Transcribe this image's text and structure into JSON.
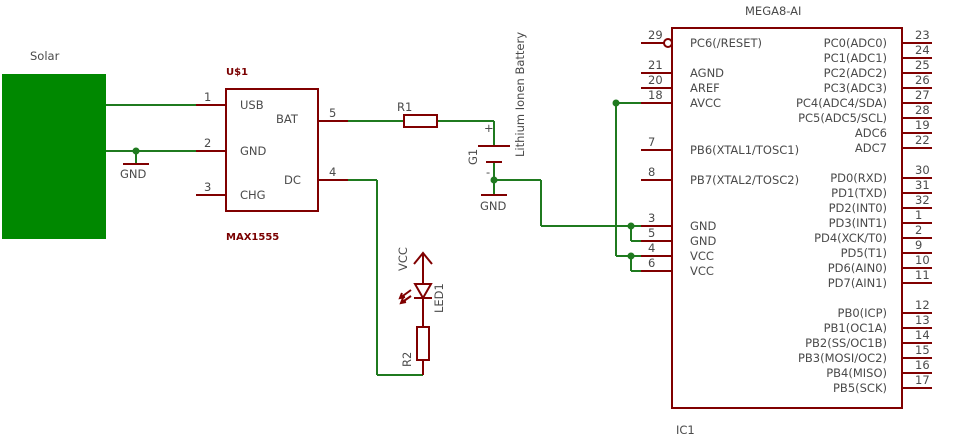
{
  "solar": {
    "label": "Solar",
    "color": "#008800"
  },
  "charger": {
    "ref": "U$1",
    "part": "MAX1555",
    "pins": [
      {
        "num": "1",
        "name": "USB"
      },
      {
        "num": "2",
        "name": "GND"
      },
      {
        "num": "3",
        "name": "CHG"
      },
      {
        "num": "5",
        "name": "BAT"
      },
      {
        "num": "4",
        "name": "DC"
      }
    ]
  },
  "resistors": {
    "r1": "R1",
    "r2": "R2"
  },
  "led": {
    "ref": "LED1",
    "supply": "VCC"
  },
  "battery": {
    "ref": "G1",
    "label": "Lithium Ionen Battery",
    "plus": "+",
    "minus": "-"
  },
  "grounds": [
    "GND",
    "GND"
  ],
  "mcu": {
    "part": "MEGA8-AI",
    "ref": "IC1",
    "left_pins": [
      {
        "num": "29",
        "name": "PC6(/RESET)"
      },
      {
        "num": "21",
        "name": "AGND"
      },
      {
        "num": "20",
        "name": "AREF"
      },
      {
        "num": "18",
        "name": "AVCC"
      },
      {
        "num": "7",
        "name": "PB6(XTAL1/TOSC1)"
      },
      {
        "num": "8",
        "name": "PB7(XTAL2/TOSC2)"
      },
      {
        "num": "3",
        "name": "GND"
      },
      {
        "num": "5",
        "name": "GND"
      },
      {
        "num": "4",
        "name": "VCC"
      },
      {
        "num": "6",
        "name": "VCC"
      }
    ],
    "right_pins": [
      {
        "num": "23",
        "name": "PC0(ADC0)"
      },
      {
        "num": "24",
        "name": "PC1(ADC1)"
      },
      {
        "num": "25",
        "name": "PC2(ADC2)"
      },
      {
        "num": "26",
        "name": "PC3(ADC3)"
      },
      {
        "num": "27",
        "name": "PC4(ADC4/SDA)"
      },
      {
        "num": "28",
        "name": "PC5(ADC5/SCL)"
      },
      {
        "num": "19",
        "name": "ADC6"
      },
      {
        "num": "22",
        "name": "ADC7"
      },
      {
        "num": "30",
        "name": "PD0(RXD)"
      },
      {
        "num": "31",
        "name": "PD1(TXD)"
      },
      {
        "num": "32",
        "name": "PD2(INT0)"
      },
      {
        "num": "1",
        "name": "PD3(INT1)"
      },
      {
        "num": "2",
        "name": "PD4(XCK/T0)"
      },
      {
        "num": "9",
        "name": "PD5(T1)"
      },
      {
        "num": "10",
        "name": "PD6(AIN0)"
      },
      {
        "num": "11",
        "name": "PD7(AIN1)"
      },
      {
        "num": "12",
        "name": "PB0(ICP)"
      },
      {
        "num": "13",
        "name": "PB1(OC1A)"
      },
      {
        "num": "14",
        "name": "PB2(SS/OC1B)"
      },
      {
        "num": "15",
        "name": "PB3(MOSI/OC2)"
      },
      {
        "num": "16",
        "name": "PB4(MISO)"
      },
      {
        "num": "17",
        "name": "PB5(SCK)"
      }
    ]
  }
}
